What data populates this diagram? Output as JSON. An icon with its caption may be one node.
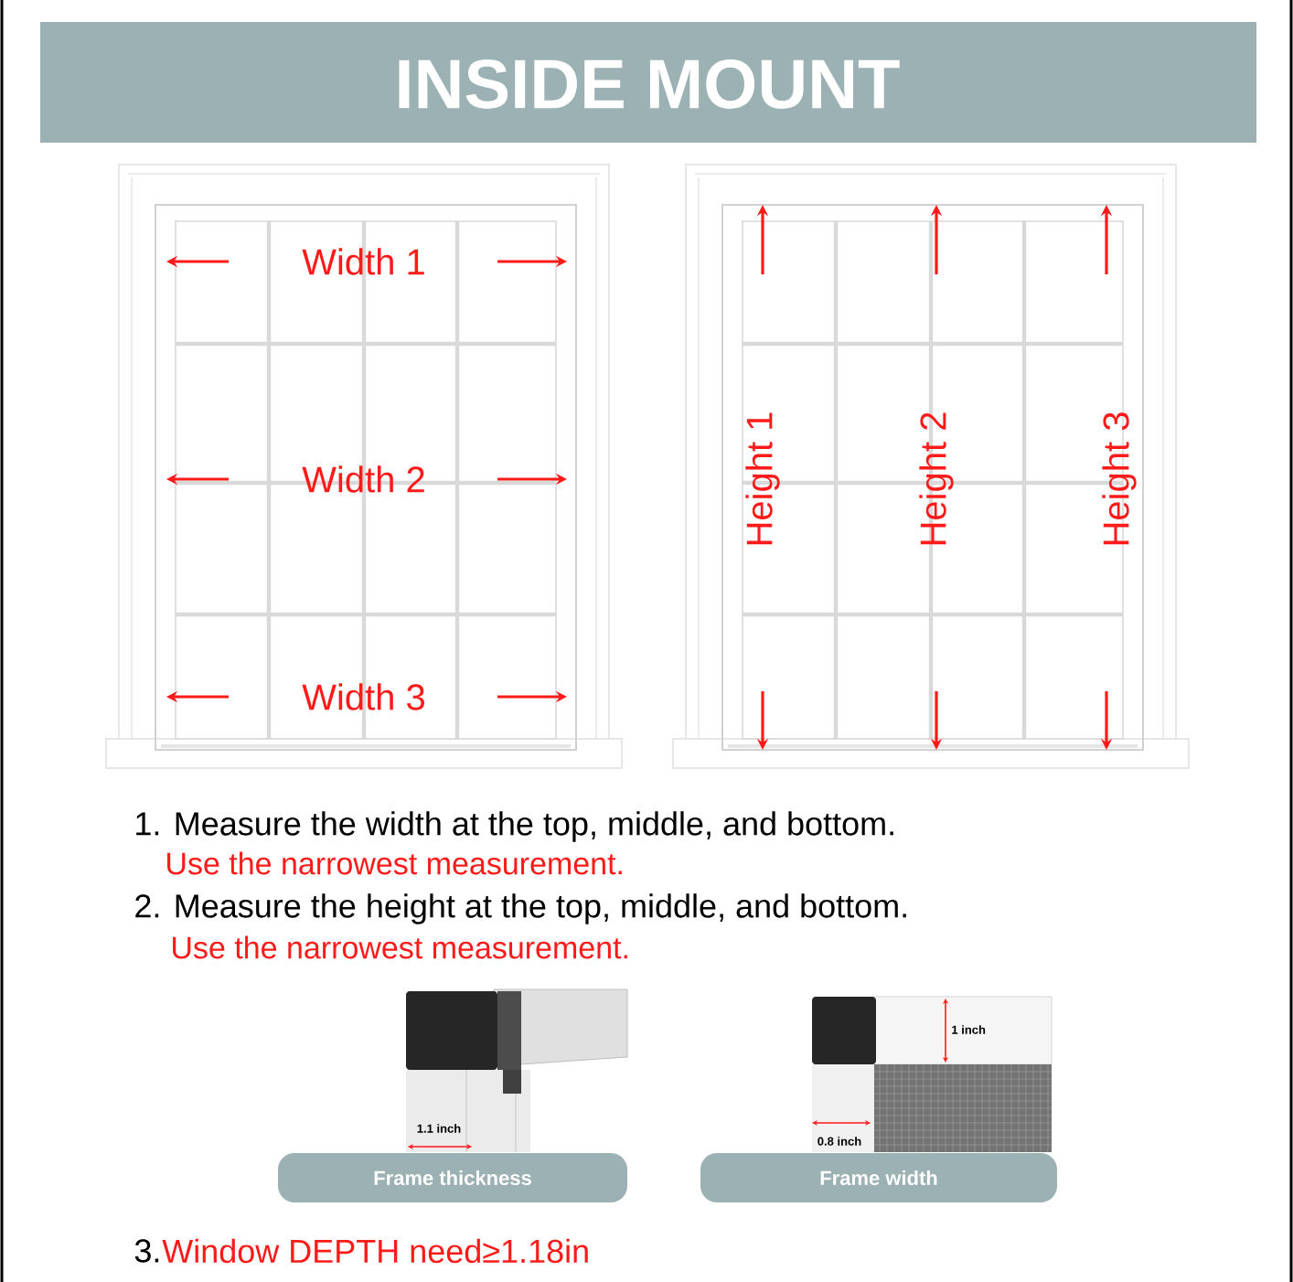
{
  "diagram": {
    "title": "INSIDE MOUNT",
    "nodes": [
      {
        "text": [
          "Frame thickness"
        ]
      },
      {
        "text": [
          "Frame width"
        ]
      }
    ],
    "labels": [
      "Width 1",
      "Width 2",
      "Width 3",
      "Height 1",
      "Height 2",
      "Height 3",
      "1. Measure the width at the top, middle, and bottom.",
      "Use the narrowest measurement.",
      "2. Measure the height at the top, middle, and bottom.",
      "Use the narrowest measurement.",
      "1 inch",
      "1.1 inch",
      "0.8 inch",
      "3.",
      "Window DEPTH need≥1.18in"
    ]
  }
}
